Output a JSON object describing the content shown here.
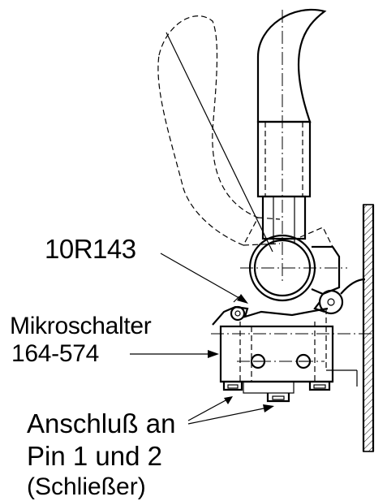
{
  "labels": {
    "part_number": "10R143",
    "switch_name": "Mikroschalter",
    "switch_number": "164-574",
    "connection_line1": "Anschluß an",
    "connection_line2": "Pin 1 und 2",
    "connection_line3": "(Schließer)"
  }
}
